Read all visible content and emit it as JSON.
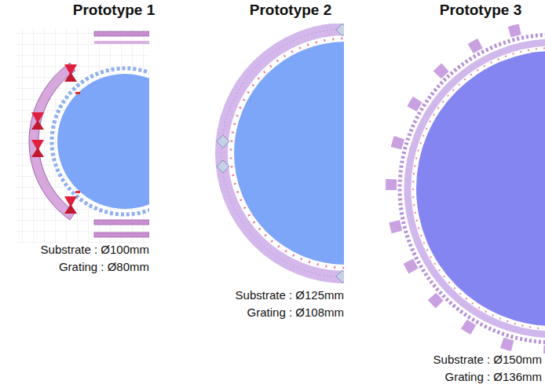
{
  "diagram": {
    "labels": [
      "Prototype 1",
      "Prototype 2",
      "Prototype 3",
      "Substrate : Ø100mm",
      "Grating : Ø80mm",
      "Substrate : Ø125mm",
      "Grating : Ø108mm",
      "Substrate : Ø150mm",
      "Grating : Ø136mm"
    ]
  }
}
